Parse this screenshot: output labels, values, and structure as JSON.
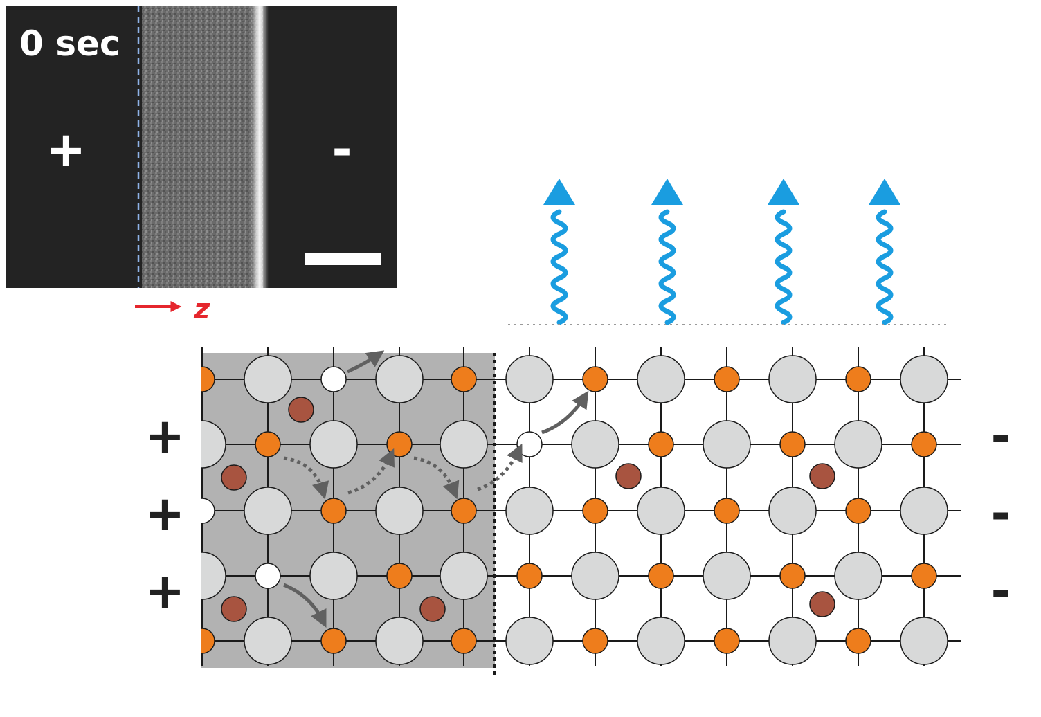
{
  "micrograph": {
    "time_label": "0 sec",
    "left_sign": "+",
    "right_sign": "-",
    "has_scale_bar": true
  },
  "axis": {
    "label": "z",
    "arrow_color": "#e5262d"
  },
  "left_signs": [
    "+",
    "+",
    "+"
  ],
  "right_signs": [
    "-",
    "-",
    "-"
  ],
  "emission": {
    "count": 4,
    "color": "#1a9de0"
  },
  "lattice": {
    "rows": 5,
    "columns": 12,
    "colors": {
      "anion": "#d8d9d9",
      "cation": "#ee7d1c",
      "vacancy": "#ffffff",
      "interstitial": "#a85440",
      "shaded_region": "#b2b2b2",
      "hop_arrow": "#606060"
    }
  }
}
